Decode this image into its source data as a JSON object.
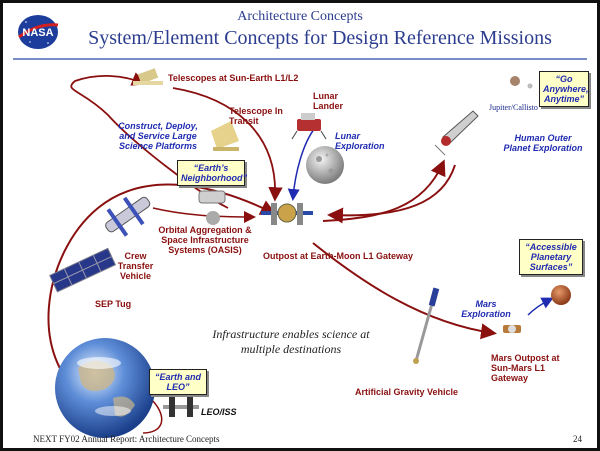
{
  "header": {
    "subtitle": "Architecture Concepts",
    "title": "System/Element Concepts for Design Reference Missions",
    "logo_text": "NASA"
  },
  "labels": {
    "telescopes": "Telescopes at Sun-Earth L1/L2",
    "telescope_transit": "Telescope In Transit",
    "construct": "Construct, Deploy, and Service Large Science Platforms",
    "earths_neighborhood": "“Earth’s Neighborhood”",
    "lunar_lander": "Lunar Lander",
    "lunar_exploration": "Lunar Exploration",
    "go_anywhere": "“Go Anywhere, Anytime”",
    "jupiter": "Jupiter/Callisto",
    "human_outer": "Human Outer Planet Exploration",
    "oasis": "Orbital Aggregation & Space Infrastructure Systems (OASIS)",
    "crew_transfer": "Crew Transfer Vehicle",
    "outpost_em": "Outpost at Earth-Moon L1 Gateway",
    "accessible": "“Accessible Planetary Surfaces”",
    "sep_tug": "SEP Tug",
    "mars_exploration": "Mars Exploration",
    "infrastructure": "Infrastructure enables science at multiple destinations",
    "mars_outpost": "Mars Outpost at Sun-Mars L1 Gateway",
    "earth_leo": "“Earth and LEO”",
    "leo_iss": "LEO/ISS",
    "agv": "Artificial Gravity Vehicle"
  },
  "footer": {
    "left": "NEXT FY02 Annual Report:  Architecture Concepts",
    "page": "24"
  },
  "colors": {
    "title": "#2c3d8f",
    "arrow": "#8a1010",
    "callout_bg": "#ffffc8",
    "callout_text": "#1f2bb0"
  }
}
